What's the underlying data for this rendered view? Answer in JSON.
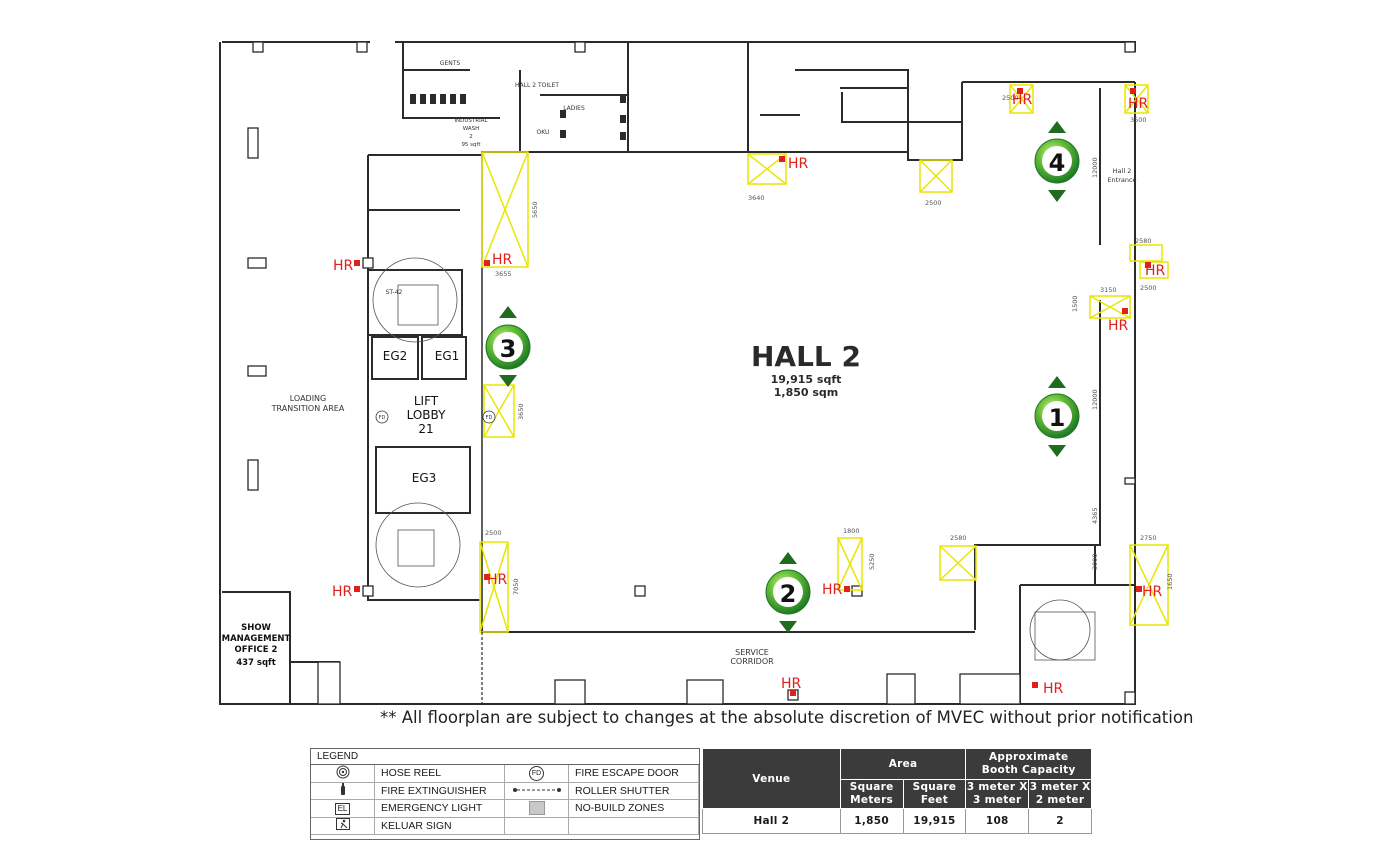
{
  "plan": {
    "hall_name": "HALL 2",
    "hall_sqft": "19,915 sqft",
    "hall_sqm": "1,850 sqm",
    "rooms": {
      "loading": [
        "LOADING",
        "TRANSITION AREA"
      ],
      "show_office": [
        "SHOW",
        "MANAGEMENT",
        "OFFICE 2",
        "437 sqft"
      ],
      "lift_lobby": [
        "LIFT",
        "LOBBY",
        "21"
      ],
      "eg1": "EG1",
      "eg2": "EG2",
      "eg3": "EG3",
      "service": [
        "SERVICE",
        "CORRIDOR"
      ],
      "gents": "GENTS",
      "ladies": "LADIES",
      "toilet": "HALL 2 TOILET",
      "okl": "OKU",
      "wash": [
        "INDUSTRIAL",
        "WASH",
        "2",
        "95 sqft"
      ],
      "st": "ST-42",
      "entrance": [
        "Hall 2",
        "Entrance"
      ],
      "fd": "FD"
    },
    "hr_label": "HR",
    "entrances": [
      "1",
      "2",
      "3",
      "4"
    ],
    "dims": {
      "d12000a": "12000",
      "d12000b": "12000",
      "d4365": "4365",
      "d3000": "3000",
      "d2500": "2500",
      "d3500": "3500",
      "d3150": "3150",
      "d2750": "2750",
      "d3640": "3640",
      "d3655": "3655",
      "d1500": "1500",
      "d3650": "3650",
      "d5650": "5650",
      "d5250": "5250",
      "d7050": "7050",
      "d2580": "2580",
      "d1800": "1800",
      "d1650": "1650"
    }
  },
  "disclaimer": "** All floorplan are subject to changes at the absolute discretion of MVEC without prior notification",
  "legend": {
    "title": "LEGEND",
    "items": [
      {
        "symbol": "hose-reel-icon",
        "label": "HOSE REEL"
      },
      {
        "symbol": "fire-escape-door-icon",
        "symbol_text": "FD",
        "label": "FIRE ESCAPE DOOR"
      },
      {
        "symbol": "fire-extinguisher-icon",
        "label": "FIRE EXTINGUISHER"
      },
      {
        "symbol": "roller-shutter-icon",
        "label": "ROLLER SHUTTER"
      },
      {
        "symbol": "emergency-light-icon",
        "symbol_text": "EL",
        "label": "EMERGENCY LIGHT"
      },
      {
        "symbol": "no-build-zone-icon",
        "label": "NO-BUILD ZONES"
      },
      {
        "symbol": "keluar-sign-icon",
        "label": "KELUAR SIGN"
      },
      {
        "symbol": "",
        "label": ""
      }
    ]
  },
  "capacity_table": {
    "venue_header": "Venue",
    "area_header": "Area",
    "capacity_header": [
      "Approximate",
      "Booth Capacity"
    ],
    "sqm_header": [
      "Square",
      "Meters"
    ],
    "sqft_header": [
      "Square",
      "Feet"
    ],
    "booth3x3_header": [
      "3 meter X",
      "3 meter"
    ],
    "booth3x2_header": [
      "3 meter X",
      "2 meter"
    ],
    "row": {
      "venue": "Hall 2",
      "sqm": "1,850",
      "sqft": "19,915",
      "booth3x3": "108",
      "booth3x2": "2"
    }
  },
  "colors": {
    "wall": "#2b2b2b",
    "zone": "#e8e600",
    "hr": "#e0201b",
    "badge_green": "#2e8b2e",
    "badge_light": "#7fcf3f",
    "arrow": "#1f6b1f",
    "table_header": "#3b3b3b"
  }
}
